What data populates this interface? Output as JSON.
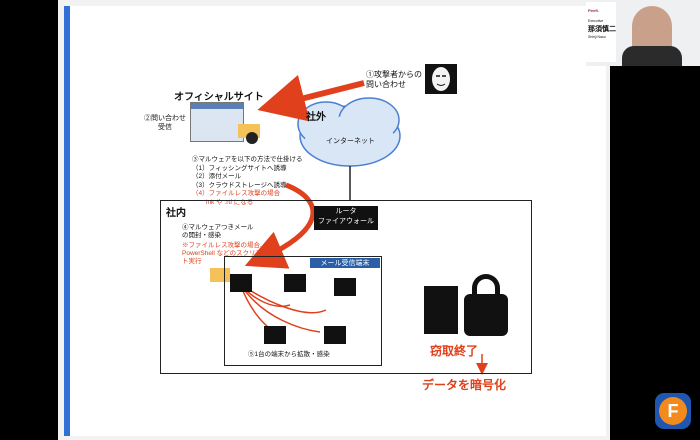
{
  "speaker": {
    "company": "Firefl.",
    "role": "Executive",
    "name": "那須慎二",
    "name_en": "Shinji Nasu"
  },
  "slide": {
    "attacker_label": "①攻撃者からの\n問い合わせ",
    "official_site": "オフィシャルサイト",
    "inquiry_received": "②問い合わせ\n受信",
    "internet_zone": "社外",
    "internet_label": "インターネット",
    "malware_methods": {
      "title": "③マルウェアを以下の方法で仕掛ける",
      "items": [
        "（1）フィッシングサイトへ誘導",
        "（2）添付メール",
        "（3）クラウドストレージへ誘導"
      ],
      "fileless": "（4）ファイルレス攻撃の場合",
      "fileless_note": "lnk や .rtf になる"
    },
    "internal_zone": "社内",
    "router_label": "ルータ\nファイアウォール",
    "open_mail": {
      "title": "④マルウェアつきメール\nの開封・感染",
      "note": "※ファイルレス攻撃の場合、\nPowerShell などのスクリプ\nト実行"
    },
    "mail_terminal": "メール受信端末",
    "spread_label": "⑤1台の端末から拡散・感染",
    "exfiltration": "窃取終了",
    "encryption": "データを暗号化"
  },
  "colors": {
    "accent_blue": "#2f6fd6",
    "alert_red": "#e0401b"
  },
  "icons": {
    "attacker": "anonymous-mask-icon",
    "lock": "padlock-icon",
    "server": "server-icon",
    "mail": "envelope-icon",
    "logo": "firefly-logo-icon"
  }
}
